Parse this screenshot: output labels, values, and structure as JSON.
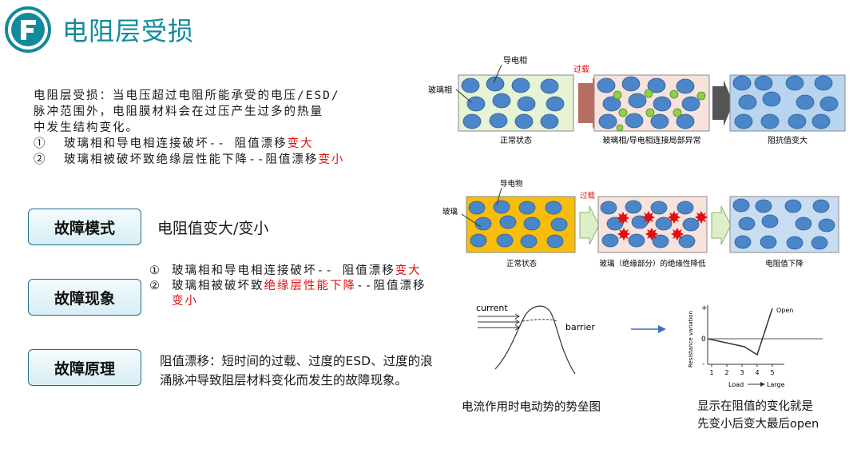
{
  "header": {
    "title": "电阻层受损"
  },
  "intro": {
    "lines": [
      "电阻层受损：当电压超过电阻所能承受的电压/ESD/",
      "脉冲范围外，电阻膜材料会在过压产生过多的热量",
      "中发生结构变化。"
    ],
    "item1_num": "①",
    "item1_text": "玻璃相和导电相连接破坏-- 阻值漂移",
    "item1_red": "变大",
    "item2_num": "②",
    "item2_text": "玻璃相被破坏致绝缘层性能下降--阻值漂移",
    "item2_red": "变小"
  },
  "failure_mode": {
    "label": "故障模式",
    "value": "电阻值变大/变小"
  },
  "phenomenon": {
    "label": "故障现象",
    "item1_num": "①",
    "item1_text": "玻璃相和导电相连接破坏-- 阻值漂移",
    "item1_red": "变大",
    "item2_num": "②",
    "item2_text_a": "玻璃相被破坏致",
    "item2_red_a": "绝缘层性能下降",
    "item2_text_b": "--阻值漂移",
    "item2_red_b": "变小"
  },
  "principle": {
    "label": "故障原理",
    "text": "阻值漂移：短时间的过载、过度的ESD、过度的浪涌脉冲导致阻层材料变化而发生的故障现象。"
  },
  "diagram1": {
    "label_conductive": "导电相",
    "label_glass": "玻璃相",
    "label_overload": "过载",
    "caption1": "正常状态",
    "caption2": "玻璃相/导电相连接局部异常",
    "caption3": "阻抗值变大"
  },
  "diagram2": {
    "label_conductive": "导电物",
    "label_glass": "玻璃",
    "label_overload": "过载",
    "caption1": "正常状态",
    "caption2": "玻璃（绝缘部分）的绝缘性降低",
    "caption3": "电阻值下降"
  },
  "barrier": {
    "label_current": "current",
    "label_barrier": "barrier",
    "caption": "电流作用时电动势的势垒图"
  },
  "graph": {
    "ylabel": "Resistance variation",
    "xlabel": "Load",
    "xlabel_end": "Large",
    "open_label": "Open",
    "plus": "+",
    "zero": "0",
    "minus": "-",
    "xticks": [
      "1",
      "2",
      "3",
      "4",
      "5"
    ],
    "caption_line1": "显示在阻值的变化就是",
    "caption_line2": "先变小后变大最后open"
  },
  "colors": {
    "teal": "#138a9a",
    "red": "#e01010",
    "blue_dot": "#4a86c8",
    "green_bg": "#e6f3d4",
    "yellow_bg": "#f7bd0a",
    "blue_bg": "#b9d4ee",
    "pink_bg": "#f8e2dc"
  }
}
